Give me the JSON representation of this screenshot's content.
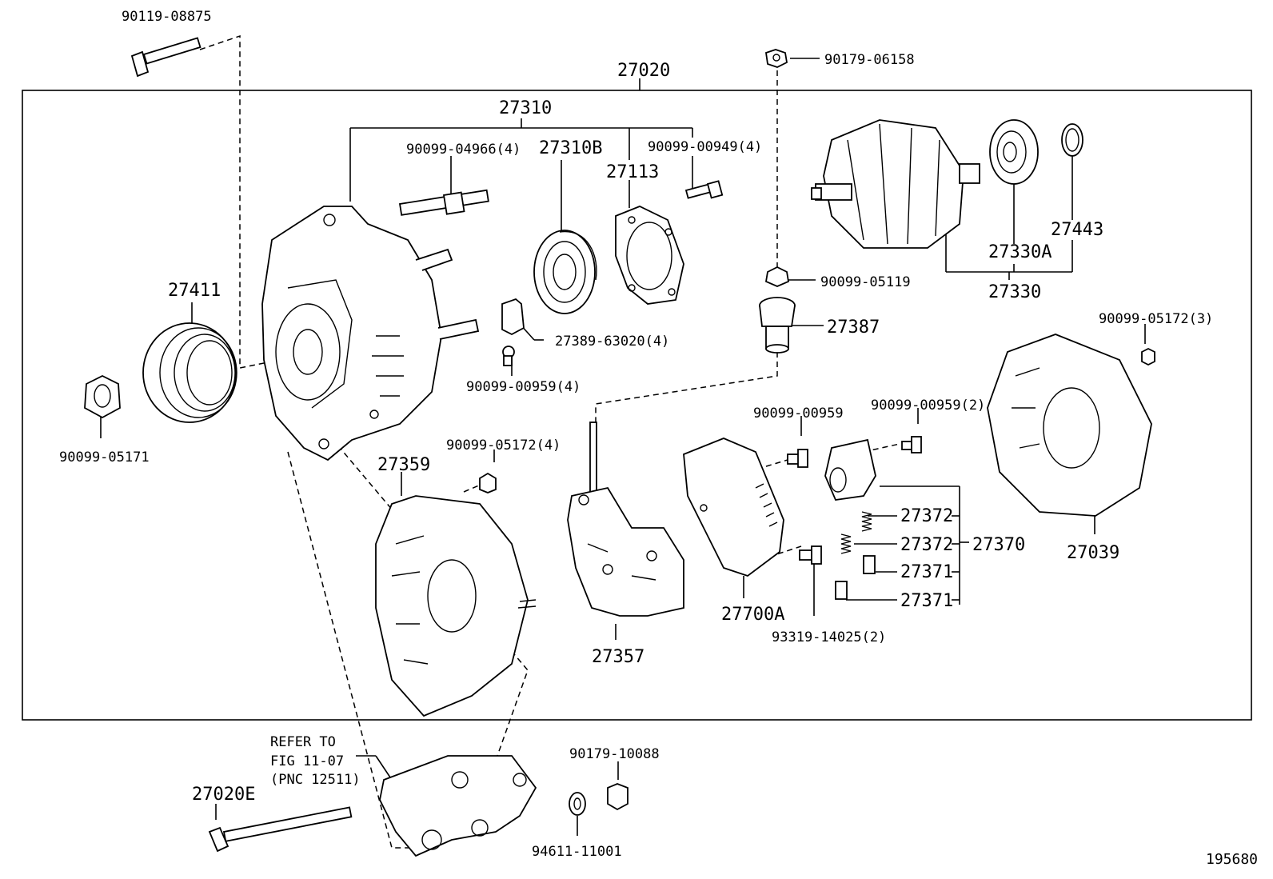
{
  "diagram_number": "195680",
  "assembly": "27020",
  "labels": {
    "p90119_08875": "90119-08875",
    "p27020": "27020",
    "p90179_06158": "90179-06158",
    "p27310": "27310",
    "p90099_04966": "90099-04966(4)",
    "p27310B": "27310B",
    "p27113": "27113",
    "p90099_00949": "90099-00949(4)",
    "p27443": "27443",
    "p27330A": "27330A",
    "p27330": "27330",
    "p90099_05119": "90099-05119",
    "p27387": "27387",
    "p27411": "27411",
    "p27389": "27389-63020(4)",
    "p90099_00959_4": "90099-00959(4)",
    "p90099_05171": "90099-05171",
    "p90099_05172_3": "90099-05172(3)",
    "p90099_00959": "90099-00959",
    "p90099_00959_2": "90099-00959(2)",
    "p27359": "27359",
    "p90099_05172_4": "90099-05172(4)",
    "p27372a": "27372",
    "p27372b": "27372",
    "p27370": "27370",
    "p27371a": "27371",
    "p27371b": "27371",
    "p27039": "27039",
    "p27700A": "27700A",
    "p93319": "93319-14025(2)",
    "p27357": "27357",
    "refer1": "REFER TO",
    "refer2": "FIG 11-07",
    "refer3": "(PNC 12511)",
    "p27020E": "27020E",
    "p90179_10088": "90179-10088",
    "p94611": "94611-11001"
  }
}
